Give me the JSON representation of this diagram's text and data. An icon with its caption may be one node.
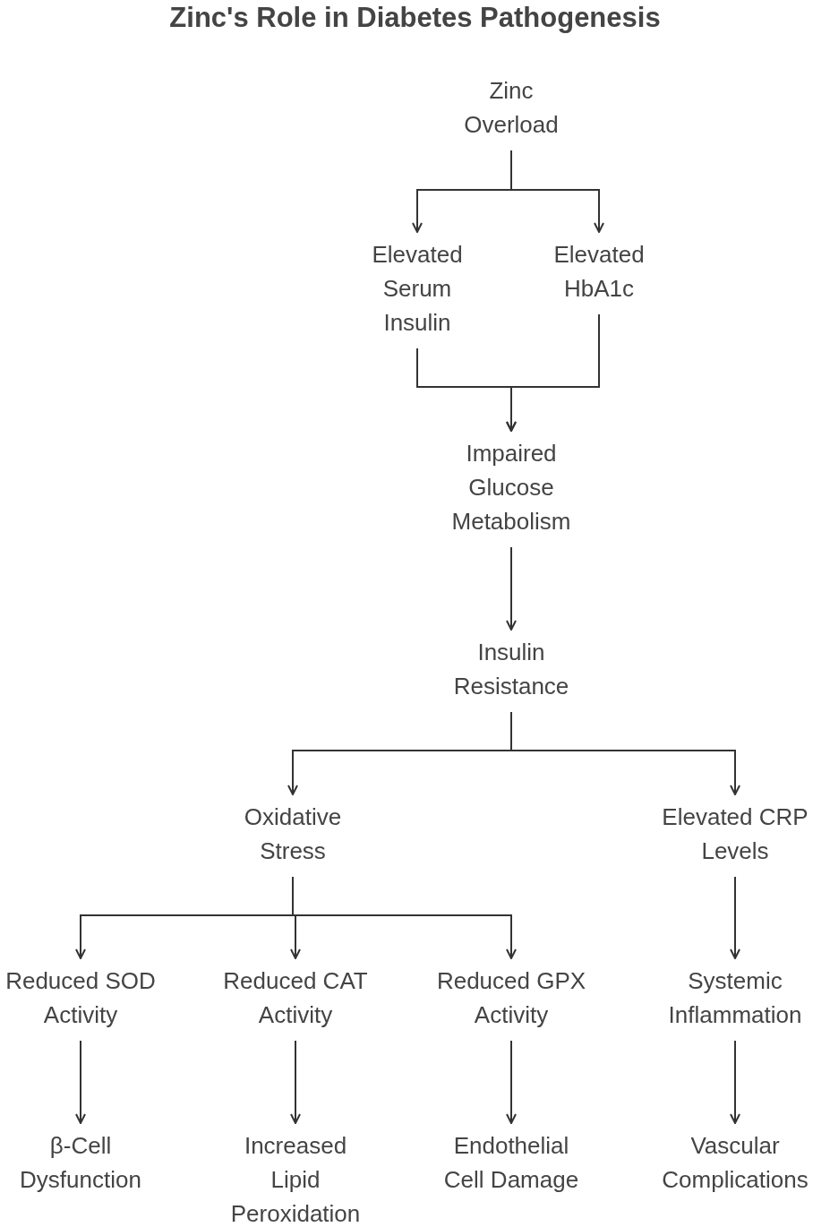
{
  "diagram": {
    "title": "Zinc's Role in Diabetes Pathogenesis",
    "nodes": [
      {
        "text": [
          "Zinc Overload"
        ]
      },
      {
        "text": [
          "Elevated Serum Insulin"
        ]
      },
      {
        "text": [
          "Elevated HbA1c"
        ]
      },
      {
        "text": [
          "Impaired Glucose Metabolism"
        ]
      },
      {
        "text": [
          "Insulin Resistance"
        ]
      },
      {
        "text": [
          "Oxidative Stress"
        ]
      },
      {
        "text": [
          "Elevated CRP Levels"
        ]
      },
      {
        "text": [
          "Reduced SOD Activity"
        ]
      },
      {
        "text": [
          "Reduced CAT Activity"
        ]
      },
      {
        "text": [
          "Reduced GPX Activity"
        ]
      },
      {
        "text": [
          "Systemic Inflammation"
        ]
      },
      {
        "text": [
          "β-Cell Dysfunction"
        ]
      },
      {
        "text": [
          "Increased Lipid Peroxidation"
        ]
      },
      {
        "text": [
          "Endothelial Cell Damage"
        ]
      },
      {
        "text": [
          "Vascular Complications"
        ]
      }
    ],
    "edges": [
      {
        "from": 0,
        "to": 1,
        "arrow": "to"
      },
      {
        "from": 0,
        "to": 2,
        "arrow": "to"
      },
      {
        "from": 1,
        "to": 3,
        "arrow": "to"
      },
      {
        "from": 2,
        "to": 3,
        "arrow": "to"
      },
      {
        "from": 3,
        "to": 4,
        "arrow": "to"
      },
      {
        "from": 4,
        "to": 5,
        "arrow": "to"
      },
      {
        "from": 4,
        "to": 6,
        "arrow": "to"
      },
      {
        "from": 5,
        "to": 7,
        "arrow": "to"
      },
      {
        "from": 5,
        "to": 8,
        "arrow": "to"
      },
      {
        "from": 5,
        "to": 9,
        "arrow": "to"
      },
      {
        "from": 6,
        "to": 10,
        "arrow": "to"
      },
      {
        "from": 7,
        "to": 11,
        "arrow": "to"
      },
      {
        "from": 8,
        "to": 12,
        "arrow": "to"
      },
      {
        "from": 9,
        "to": 13,
        "arrow": "to"
      },
      {
        "from": 10,
        "to": 14,
        "arrow": "to"
      }
    ]
  }
}
